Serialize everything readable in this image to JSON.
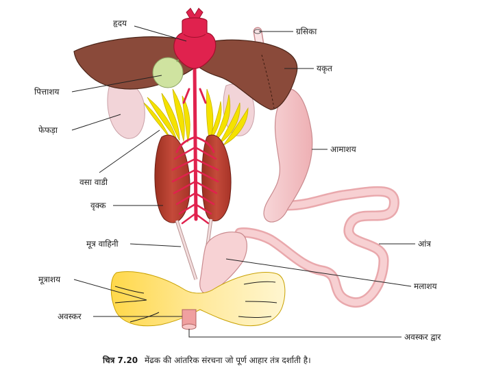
{
  "labels": {
    "heart": "हृदय",
    "oesophagus": "ग्रसिका",
    "liver": "यकृत",
    "gall_bladder": "पित्ताशय",
    "lungs": "फेफड़ा",
    "stomach": "आमाशय",
    "fat_bodies": "वसा वाडी",
    "kidney": "वृक्क",
    "ureter": "मूत्र वाहिनी",
    "intestine": "आंत्र",
    "urinary_bladder": "मूत्राशय",
    "rectum": "मलाशय",
    "cloaca": "अवस्कर",
    "cloacal_aperture": "अवस्कर द्वार"
  },
  "caption": {
    "prefix": "चित्र 7.20",
    "text": "मेंढक की आंतरिक संरचना जो पूर्ण आहार तंत्र दर्शाती है।"
  },
  "colors": {
    "liver": "#8a4a3a",
    "heart": "#e0224e",
    "gall_bladder": "#cfe3a0",
    "lung": "#f2d4d8",
    "fat_body": "#f5e200",
    "kidney": "#b23a30",
    "stomach": "#f4c4c6",
    "bladder": "#ffe680"
  }
}
